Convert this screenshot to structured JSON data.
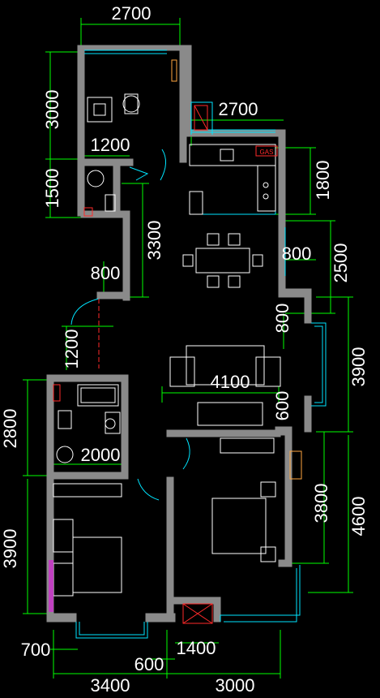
{
  "dimensions": {
    "top_2700": "2700",
    "left_3000": "3000",
    "left_1500": "1500",
    "label_1200_bath": "1200",
    "kitchen_2700": "2700",
    "right_1800": "1800",
    "center_3300": "3300",
    "left_800": "800",
    "right_2500": "2500",
    "right_800_a": "800",
    "right_800_b": "800",
    "left_1200": "1200",
    "living_4100": "4100",
    "right_3900": "3900",
    "left_2800": "2800",
    "label_2000": "2000",
    "left_3900": "3900",
    "right_3800": "3800",
    "right_4600": "4600",
    "right_600": "600",
    "bottom_700": "700",
    "bottom_600": "600",
    "bottom_1400": "1400",
    "bottom_3400": "3400",
    "bottom_3000": "3000"
  },
  "labels": {
    "gas_meter": "GAS"
  },
  "colors": {
    "wall": "#8a8a8a",
    "dimension": "#00ff00",
    "window": "#00e5ff",
    "furniture": "#ffffff",
    "accent_red": "#ff2a2a",
    "accent_magenta": "#c040c0"
  }
}
